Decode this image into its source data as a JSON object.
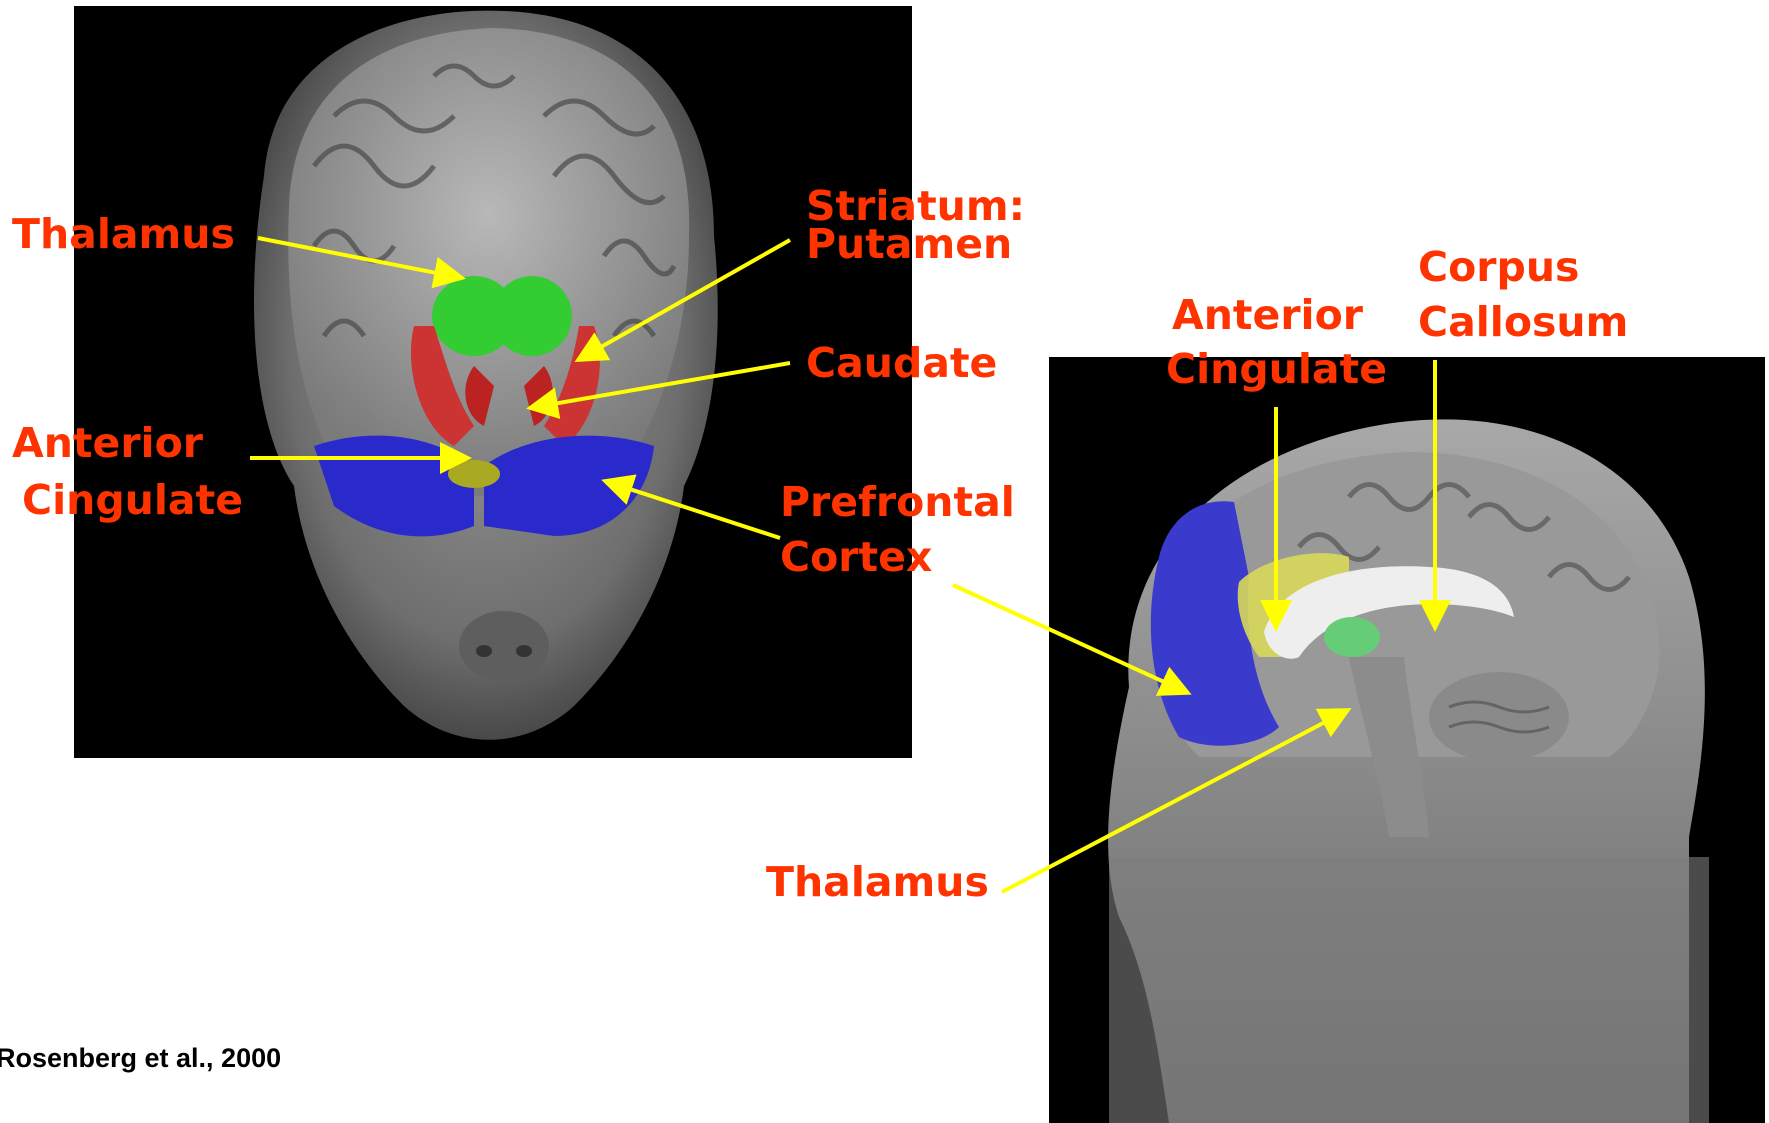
{
  "labels": {
    "thalamus_axial": "Thalamus",
    "striatum": "Striatum:",
    "putamen": "Putamen",
    "caudate": "Caudate",
    "anterior_axial": "Anterior",
    "cingulate_axial": "Cingulate",
    "prefrontal": "Prefrontal",
    "cortex": "Cortex",
    "corpus": "Corpus",
    "callosum": "Callosum",
    "anterior_sag": "Anterior",
    "cingulate_sag": "Cingulate",
    "thalamus_sag": "Thalamus"
  },
  "citation": "Rosenberg et al., 2000",
  "colors": {
    "label": "#ff3300",
    "arrow": "#ffff00",
    "thalamus_region": "#33cc33",
    "striatum_region": "#cc3333",
    "prefrontal_region": "#3333cc",
    "cingulate_region": "#cccc33",
    "background": "#000000"
  }
}
